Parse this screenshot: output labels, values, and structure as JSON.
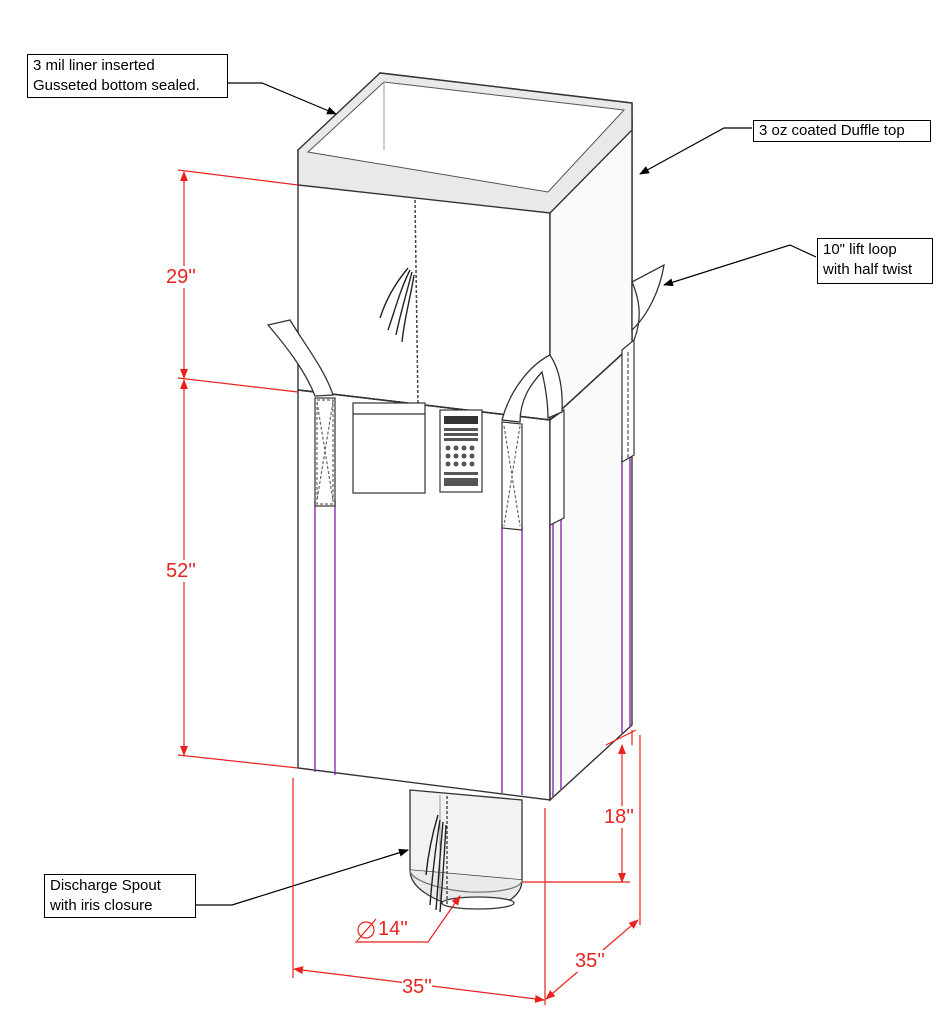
{
  "callouts": {
    "liner": {
      "line1": "3 mil liner inserted",
      "line2": "Gusseted bottom sealed."
    },
    "duffle": {
      "line1": "3 oz coated Duffle top"
    },
    "lift_loop": {
      "line1": "10\" lift loop",
      "line2": "with half twist"
    },
    "spout": {
      "line1": "Discharge Spout",
      "line2": "with iris closure"
    }
  },
  "dimensions": {
    "top_height": "29''",
    "body_height": "52''",
    "spout_height": "18''",
    "spout_diameter": "14''",
    "width": "35''",
    "depth": "35''"
  },
  "colors": {
    "dimension": "#e8231f",
    "outline": "#333333",
    "seam": "#8a2bb0",
    "fabric_shade": "#e9e9e9"
  }
}
